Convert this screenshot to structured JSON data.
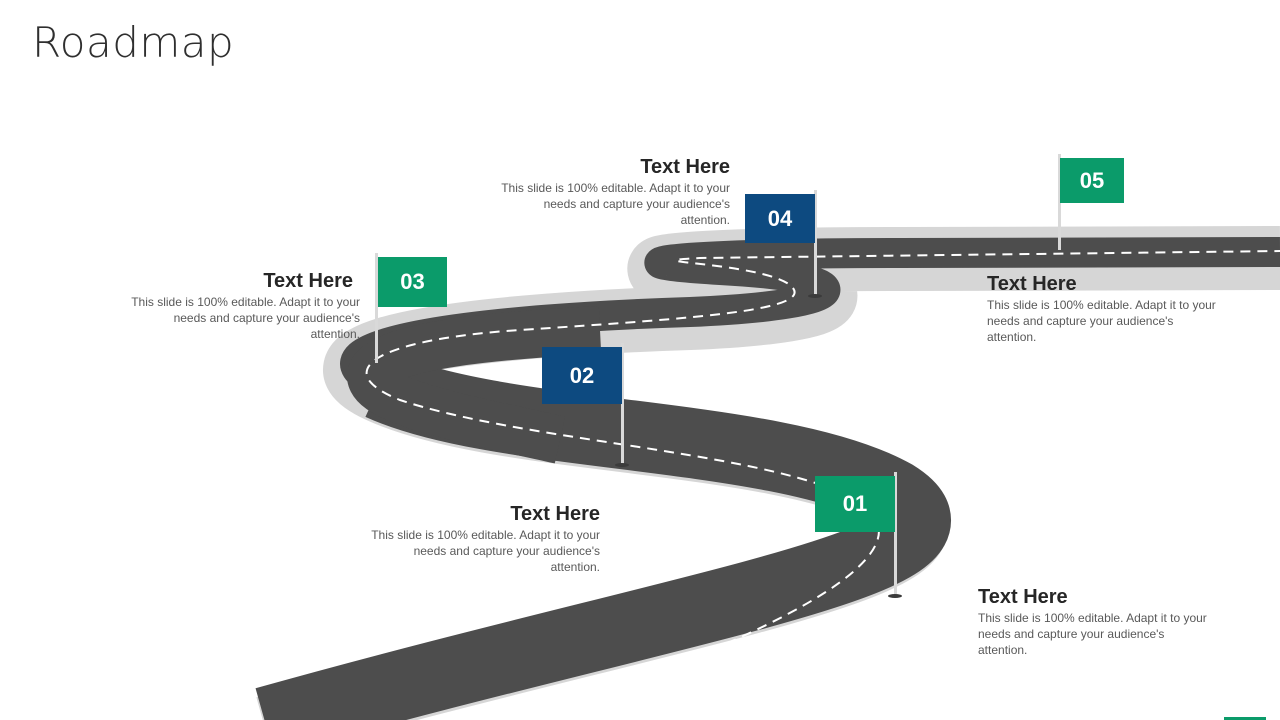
{
  "title": "Roadmap",
  "colors": {
    "green": "#0b9b6a",
    "navy": "#0d4a80",
    "road": "#4d4d4d",
    "road_shadow": "#d6d6d6",
    "pole": "#d9d9d9"
  },
  "milestones": [
    {
      "number": "01",
      "color": "green",
      "heading": "Text Here",
      "body": "This slide is 100% editable. Adapt it to your needs and capture your audience's attention."
    },
    {
      "number": "02",
      "color": "navy",
      "heading": "Text Here",
      "body": "This slide is 100% editable. Adapt it to your needs and capture your audience's attention."
    },
    {
      "number": "03",
      "color": "green",
      "heading": "Text Here",
      "body": "This slide is 100% editable. Adapt it to your needs and capture your audience's attention."
    },
    {
      "number": "04",
      "color": "navy",
      "heading": "Text Here",
      "body": "This slide is 100% editable. Adapt it to your needs and capture your audience's attention."
    },
    {
      "number": "05",
      "color": "green",
      "heading": "Text Here",
      "body": "This slide is 100% editable. Adapt it to your needs and capture your audience's attention."
    }
  ]
}
